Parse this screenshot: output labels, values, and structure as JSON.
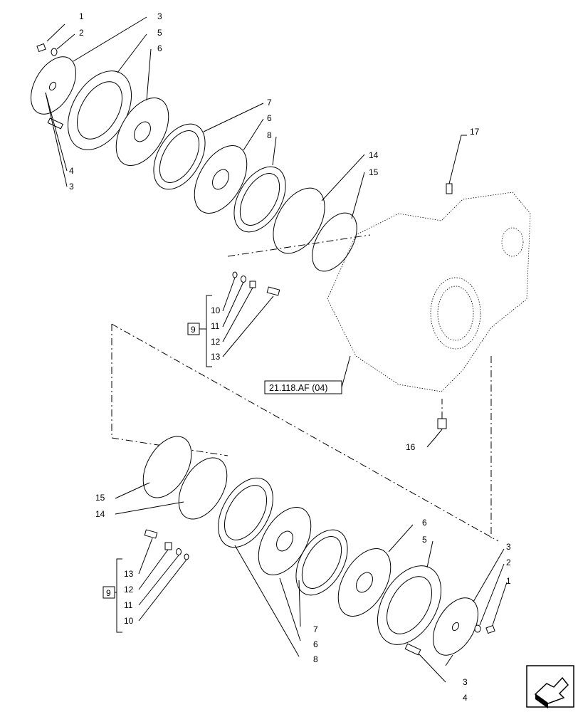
{
  "reference": "21.118.AF (04)",
  "top_callouts": [
    {
      "n": "1"
    },
    {
      "n": "2"
    },
    {
      "n": "3"
    },
    {
      "n": "5"
    },
    {
      "n": "6"
    },
    {
      "n": "7"
    },
    {
      "n": "6"
    },
    {
      "n": "8"
    },
    {
      "n": "14"
    },
    {
      "n": "15"
    },
    {
      "n": "17"
    },
    {
      "n": "4"
    },
    {
      "n": "3"
    },
    {
      "n": "10"
    },
    {
      "n": "11"
    },
    {
      "n": "12"
    },
    {
      "n": "13"
    },
    {
      "n": "16"
    }
  ],
  "bottom_callouts": [
    {
      "n": "15"
    },
    {
      "n": "14"
    },
    {
      "n": "13"
    },
    {
      "n": "12"
    },
    {
      "n": "11"
    },
    {
      "n": "10"
    },
    {
      "n": "6"
    },
    {
      "n": "5"
    },
    {
      "n": "3"
    },
    {
      "n": "2"
    },
    {
      "n": "1"
    },
    {
      "n": "7"
    },
    {
      "n": "6"
    },
    {
      "n": "8"
    },
    {
      "n": "3"
    },
    {
      "n": "4"
    }
  ],
  "group_box_top": "9",
  "group_box_bottom": "9",
  "icons": {
    "nav": "next-page-arrow-icon"
  }
}
